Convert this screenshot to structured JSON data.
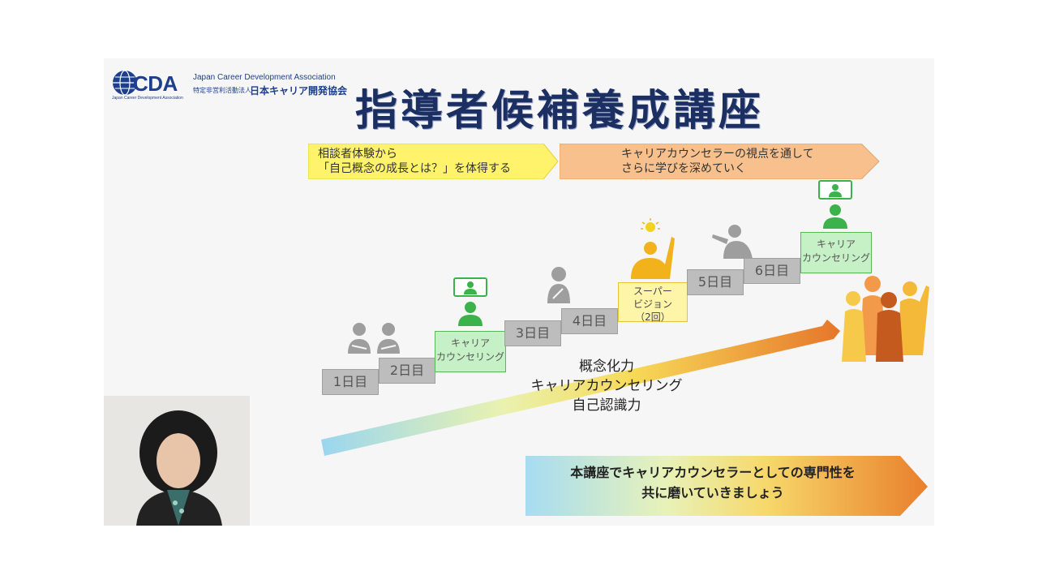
{
  "logo": {
    "abbr": "CDA",
    "sub": "Japan Career Development Association",
    "english": "Japan Career Development Association",
    "org_type": "特定非営利活動法人",
    "japanese": "日本キャリア開発協会"
  },
  "title": "指導者候補養成講座",
  "banners": {
    "left": {
      "line1": "相談者体験から",
      "line2": "「自己概念の成長とは？」を体得する"
    },
    "right": {
      "line1": "キャリアカウンセラーの視点を通して",
      "line2": "さらに学びを深めていく"
    }
  },
  "steps": {
    "day1": "1日目",
    "day2": "2日目",
    "career1": {
      "line1": "キャリア",
      "line2": "カウンセリング"
    },
    "day3": "3日目",
    "day4": "4日目",
    "supervision": {
      "line1": "スーパー",
      "line2": "ビジョン",
      "line3": "（2回）"
    },
    "day5": "5日目",
    "day6": "6日目",
    "career2": {
      "line1": "キャリア",
      "line2": "カウンセリング"
    }
  },
  "skills": [
    "概念化力",
    "キャリアカウンセリング",
    "自己認識力"
  ],
  "conclusion": {
    "line1": "本講座でキャリアカウンセラーとしての専門性を",
    "line2": "共に磨いていきましょう"
  },
  "icons": {
    "consult": "two-people-icon",
    "online": "online-session-icon",
    "thinking": "thinking-person-icon",
    "idea": "idea-person-icon",
    "pointing": "pointing-person-icon",
    "group": "celebrating-group-icon"
  },
  "colors": {
    "title": "#1c2f63",
    "banner_left": "#fff36b",
    "banner_right": "#f8c08c",
    "step_gray": "#bdbdbd",
    "green_box": "#c6f0c6",
    "yellow_box": "#fff5a8",
    "person_green": "#3bb34a",
    "person_yellow": "#f2b21c",
    "person_gray": "#9e9e9e"
  }
}
